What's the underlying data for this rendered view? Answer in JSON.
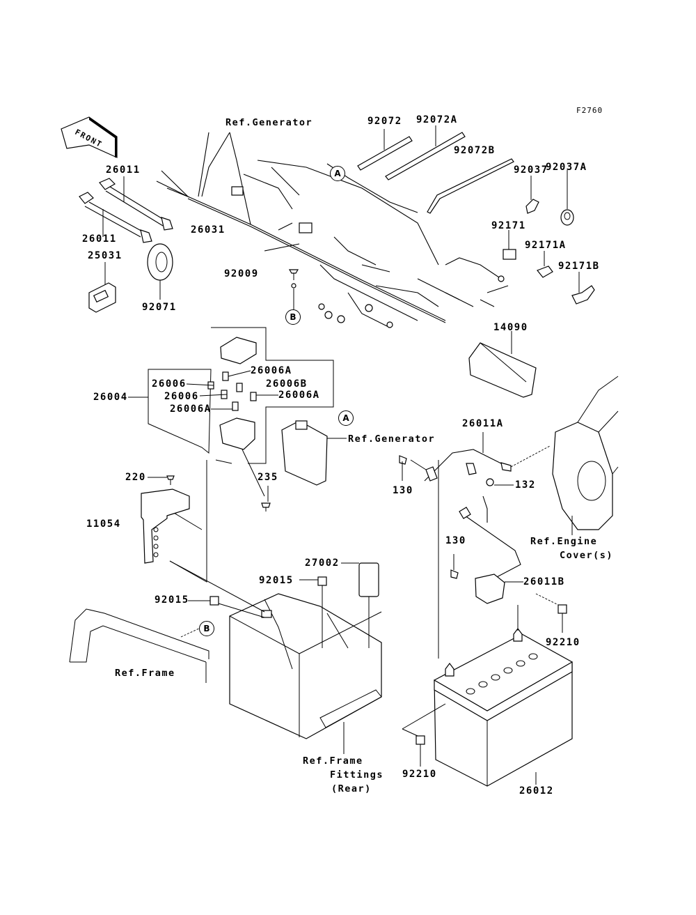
{
  "figure_id": "F2760",
  "front_indicator": "FRONT",
  "parts": [
    {
      "id": "ref-generator-top",
      "label": "Ref.Generator"
    },
    {
      "id": "92072",
      "label": "92072"
    },
    {
      "id": "92072A",
      "label": "92072A"
    },
    {
      "id": "92072B",
      "label": "92072B"
    },
    {
      "id": "92037",
      "label": "92037"
    },
    {
      "id": "92037A",
      "label": "92037A"
    },
    {
      "id": "92171",
      "label": "92171"
    },
    {
      "id": "92171A",
      "label": "92171A"
    },
    {
      "id": "92171B",
      "label": "92171B"
    },
    {
      "id": "26011-top",
      "label": "26011"
    },
    {
      "id": "26011-bottom",
      "label": "26011"
    },
    {
      "id": "26031",
      "label": "26031"
    },
    {
      "id": "25031",
      "label": "25031"
    },
    {
      "id": "92071",
      "label": "92071"
    },
    {
      "id": "92009",
      "label": "92009"
    },
    {
      "id": "14090",
      "label": "14090"
    },
    {
      "id": "26004",
      "label": "26004"
    },
    {
      "id": "26006A-1",
      "label": "26006A"
    },
    {
      "id": "26006-1",
      "label": "26006"
    },
    {
      "id": "26006B",
      "label": "26006B"
    },
    {
      "id": "26006-2",
      "label": "26006"
    },
    {
      "id": "26006A-2",
      "label": "26006A"
    },
    {
      "id": "26006A-3",
      "label": "26006A"
    },
    {
      "id": "ref-generator-mid",
      "label": "Ref.Generator"
    },
    {
      "id": "26011A",
      "label": "26011A"
    },
    {
      "id": "130-top",
      "label": "130"
    },
    {
      "id": "132",
      "label": "132"
    },
    {
      "id": "220",
      "label": "220"
    },
    {
      "id": "235",
      "label": "235"
    },
    {
      "id": "11054",
      "label": "11054"
    },
    {
      "id": "ref-engine-cover-1",
      "label": "Ref.Engine"
    },
    {
      "id": "ref-engine-cover-2",
      "label": "Cover(s)"
    },
    {
      "id": "130-bottom",
      "label": "130"
    },
    {
      "id": "27002",
      "label": "27002"
    },
    {
      "id": "92015-1",
      "label": "92015"
    },
    {
      "id": "92015-2",
      "label": "92015"
    },
    {
      "id": "26011B",
      "label": "26011B"
    },
    {
      "id": "92210-right",
      "label": "92210"
    },
    {
      "id": "ref-frame",
      "label": "Ref.Frame"
    },
    {
      "id": "ref-frame-fittings-1",
      "label": "Ref.Frame"
    },
    {
      "id": "ref-frame-fittings-2",
      "label": "Fittings"
    },
    {
      "id": "ref-frame-fittings-3",
      "label": "(Rear)"
    },
    {
      "id": "92210-bottom",
      "label": "92210"
    },
    {
      "id": "26012",
      "label": "26012"
    }
  ],
  "callouts": {
    "A": "A",
    "B": "B"
  }
}
